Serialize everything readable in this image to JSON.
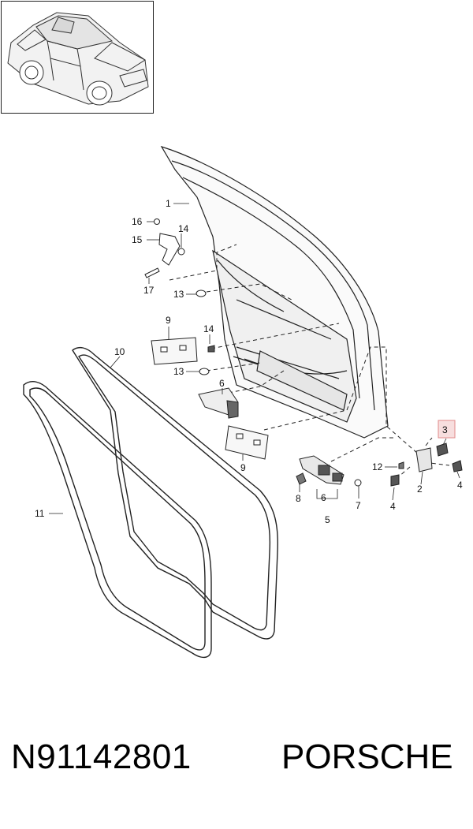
{
  "footer": {
    "part_number": "N91142801",
    "brand": "PORSCHE"
  },
  "thumbnail": {
    "icon": "vehicle-overview-icon"
  },
  "callouts": {
    "c1": "1",
    "c2": "2",
    "c3": "3",
    "c4a": "4",
    "c4b": "4",
    "c5": "5",
    "c6a": "6",
    "c6b": "6",
    "c7": "7",
    "c8": "8",
    "c9a": "9",
    "c9b": "9",
    "c10": "10",
    "c11": "11",
    "c12": "12",
    "c13a": "13",
    "c13b": "13",
    "c14a": "14",
    "c14b": "14",
    "c15": "15",
    "c16": "16",
    "c17": "17"
  },
  "highlight": {
    "color": "#f7dede"
  }
}
